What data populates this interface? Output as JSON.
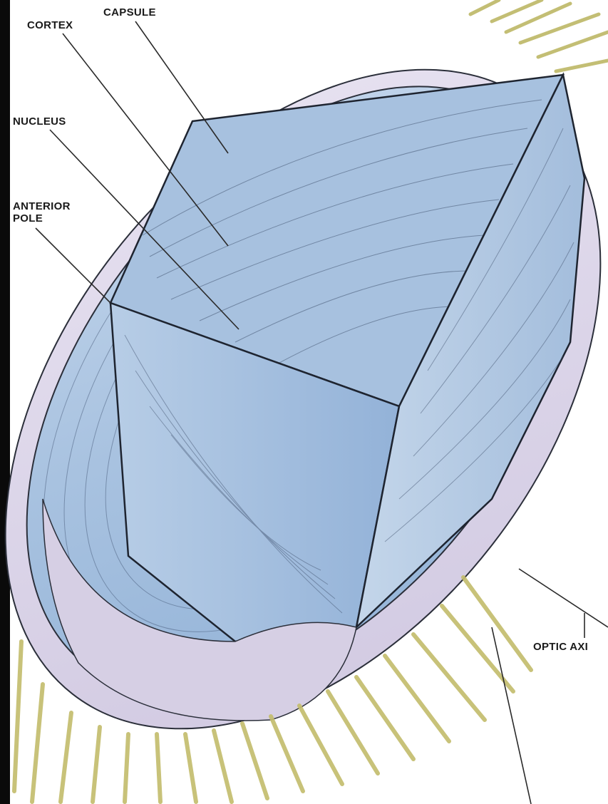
{
  "labels": {
    "capsule": "CAPSULE",
    "cortex": "CORTEX",
    "nucleus": "NUCLEUS",
    "anterior_pole_line1": "ANTERIOR",
    "anterior_pole_line2": "POLE",
    "optic_axis": "OPTIC AXI"
  },
  "colors": {
    "lens_blue": "#a9c4e0",
    "lens_blue_dark": "#7f9ec4",
    "capsule_lavender": "#d9d2e6",
    "zonule_yellow": "#c8c27a",
    "line": "#1e2430"
  }
}
